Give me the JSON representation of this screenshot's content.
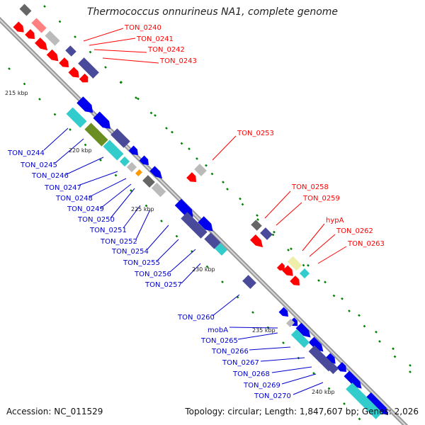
{
  "header": {
    "title": "Thermococcus onnurineus NA1, complete genome"
  },
  "footer": {
    "accession": "Accession: NC_011529",
    "topology": "Topology: circular; Length: 1,847,607 bp; Genes: 2,026"
  },
  "colors": {
    "backbone": "#999999",
    "red_label": "#ff0000",
    "blue_label": "#0000cc",
    "tick": "#008000",
    "gene_red": "#ff0000",
    "gene_blue": "#0000ee",
    "gene_navy": "#4a4a9a",
    "gene_cyan": "#33cccc",
    "gene_olive": "#6b8e23",
    "gene_gray": "#bbbbbb",
    "gene_darkgray": "#666666",
    "gene_pink": "#ff8080",
    "gene_yellow": "#eeeeaa",
    "gene_orange": "#ff9900"
  },
  "scale_labels": [
    {
      "text": "215 kbp",
      "kbp": 215
    },
    {
      "text": "220 kbp",
      "kbp": 220
    },
    {
      "text": "225 kbp",
      "kbp": 225
    },
    {
      "text": "230 kbp",
      "kbp": 230
    },
    {
      "text": "235 kbp",
      "kbp": 235
    },
    {
      "text": "240 kbp",
      "kbp": 240
    }
  ],
  "gene_labels_red": [
    "TON_0240",
    "TON_0241",
    "TON_0242",
    "TON_0243",
    "TON_0253",
    "TON_0258",
    "TON_0259",
    "hypA",
    "TON_0262",
    "TON_0263"
  ],
  "gene_labels_blue": [
    "TON_0244",
    "TON_0245",
    "TON_0246",
    "TON_0247",
    "TON_0248",
    "TON_0249",
    "TON_0250",
    "TON_0251",
    "TON_0252",
    "TON_0254",
    "TON_0255",
    "TON_0256",
    "TON_0257",
    "TON_0260",
    "mobA",
    "TON_0265",
    "TON_0266",
    "TON_0267",
    "TON_0268",
    "TON_0269",
    "TON_0270"
  ]
}
